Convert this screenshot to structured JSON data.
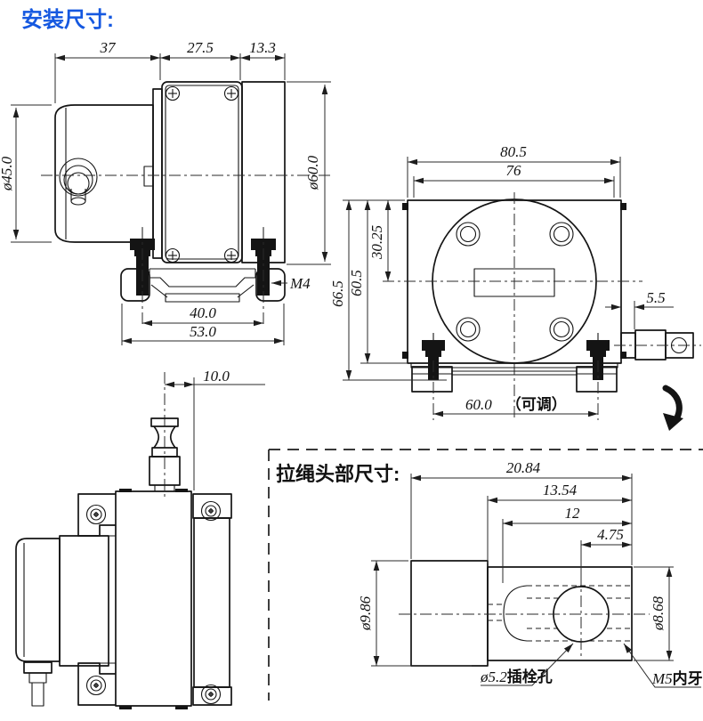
{
  "page": {
    "title": "安装尺寸:",
    "accent_color": "#1558e0"
  },
  "side_view": {
    "dims": {
      "width_rear": "37",
      "width_body": "27.5",
      "width_cover": "13.3",
      "rear_diameter": "ø45.0",
      "body_height": "ø60.0",
      "thumbscrew_thread": "M4",
      "screw_spacing": "40.0",
      "bracket_width": "53.0"
    }
  },
  "front_view": {
    "dims": {
      "overall_width": "80.5",
      "face_width": "76",
      "center_offset": "30.25",
      "face_height": "60.5",
      "overall_height": "66.5",
      "outlet_offset": "5.5",
      "foot_spacing_value": "60.0",
      "foot_spacing_note": "（可调）"
    }
  },
  "top_view": {
    "dims": {
      "gland_offset": "10.0"
    }
  },
  "rope_head_section": {
    "title": "拉绳头部尺寸:",
    "dims": {
      "overall_length": "20.84",
      "block_length": "13.54",
      "slot_length": "12",
      "hole_offset": "4.75",
      "cylinder_diameter": "ø9.86",
      "block_diameter": "ø8.68"
    },
    "labels": {
      "pin_hole_value": "ø5.2",
      "pin_hole_text": "插栓孔",
      "thread_value": "M5",
      "thread_text": "内牙"
    }
  }
}
